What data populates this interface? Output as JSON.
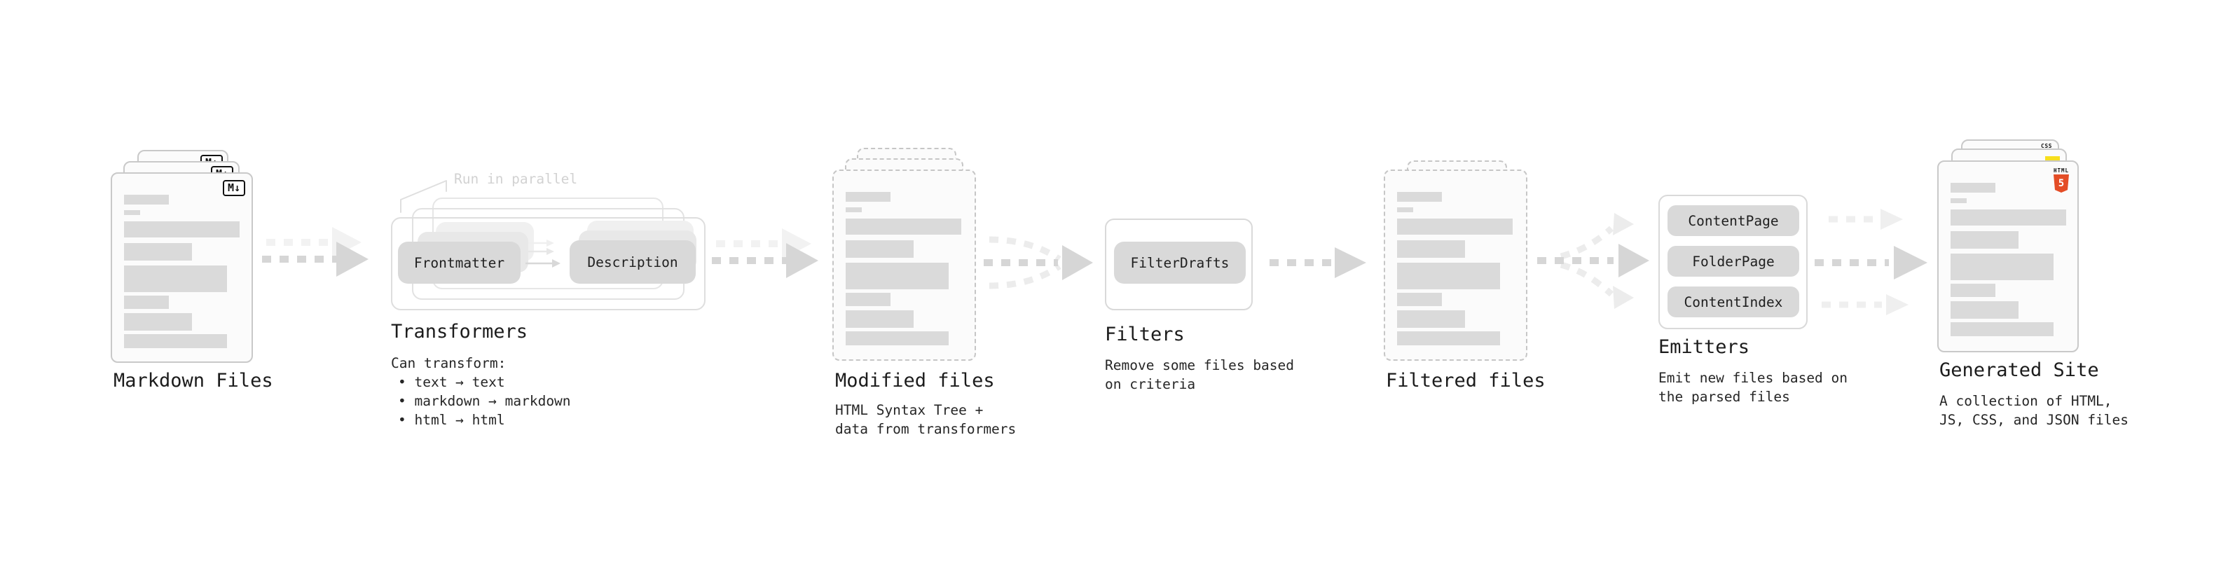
{
  "diagram": {
    "stages": {
      "markdown_files": {
        "label": "Markdown Files",
        "file_badge": "M↓"
      },
      "transformers": {
        "label": "Transformers",
        "parallel_note": "Run in parallel",
        "input_pill": "Frontmatter",
        "output_pill": "Description",
        "description_heading": "Can transform:",
        "bullets": [
          "• text → text",
          "• markdown → markdown",
          "• html → html"
        ]
      },
      "modified_files": {
        "label": "Modified files",
        "description": [
          "HTML Syntax Tree +",
          "data from transformers"
        ]
      },
      "filters": {
        "label": "Filters",
        "pill": "FilterDrafts",
        "description": [
          "Remove some files based",
          "on criteria"
        ]
      },
      "filtered_files": {
        "label": "Filtered files"
      },
      "emitters": {
        "label": "Emitters",
        "pills": [
          "ContentPage",
          "FolderPage",
          "ContentIndex"
        ],
        "description": [
          "Emit new files based on",
          "the parsed files"
        ]
      },
      "generated_site": {
        "label": "Generated Site",
        "description": [
          "A collection of HTML,",
          "JS, CSS, and JSON files"
        ],
        "css_badge": "CSS",
        "html_badge_word": "HTML",
        "html_badge_number": "5"
      }
    },
    "colors": {
      "background": "#ffffff",
      "file_fill": "#fbfbfb",
      "file_border": "#c9c9c9",
      "bar_fill": "#dadada",
      "pill_fill": "#d9d9d9",
      "frame_border": "#e2e2e2",
      "arrow_strong": "#d6d6d6",
      "arrow_light": "#ececec",
      "arrow_ghost": "#f2f2f2",
      "title_text": "#1c1c1c",
      "body_text": "#262626",
      "muted_text": "#d2d2d2",
      "html5_orange": "#e44d26",
      "js_yellow": "#f7df1e",
      "css_blue": "#2965f1"
    }
  }
}
